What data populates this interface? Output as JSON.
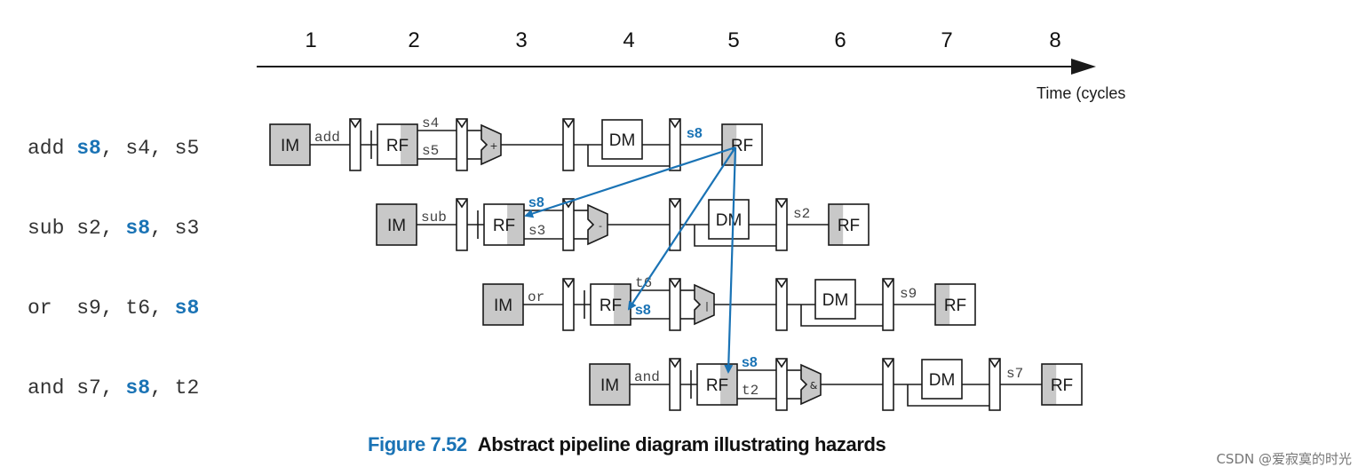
{
  "colors": {
    "accent": "#1a73b5",
    "line": "#1a1a1a",
    "shade": "#c8c8c8",
    "text": "#333333"
  },
  "timeline": {
    "cycles": [
      "1",
      "2",
      "3",
      "4",
      "5",
      "6",
      "7",
      "8"
    ],
    "label": "Time (cycles"
  },
  "instructions": [
    {
      "parts": [
        {
          "text": "add ",
          "hl": false
        },
        {
          "text": "s8",
          "hl": true
        },
        {
          "text": ", s4, s5",
          "hl": false
        }
      ],
      "op": "add",
      "op_symbol": "+",
      "rf_top": "s4",
      "rf_top_hl": false,
      "rf_bot": "s5",
      "rf_bot_hl": false,
      "wb": "s8",
      "wb_hl": true
    },
    {
      "parts": [
        {
          "text": "sub s2, ",
          "hl": false
        },
        {
          "text": "s8",
          "hl": true
        },
        {
          "text": ", s3",
          "hl": false
        }
      ],
      "op": "sub",
      "op_symbol": "-",
      "rf_top": "s8",
      "rf_top_hl": true,
      "rf_bot": "s3",
      "rf_bot_hl": false,
      "wb": "s2",
      "wb_hl": false
    },
    {
      "parts": [
        {
          "text": "or  s9, t6, ",
          "hl": false
        },
        {
          "text": "s8",
          "hl": true
        }
      ],
      "op": "or",
      "op_symbol": "|",
      "rf_top": "t6",
      "rf_top_hl": false,
      "rf_bot": "s8",
      "rf_bot_hl": true,
      "wb": "s9",
      "wb_hl": false
    },
    {
      "parts": [
        {
          "text": "and s7, ",
          "hl": false
        },
        {
          "text": "s8",
          "hl": true
        },
        {
          "text": ", t2",
          "hl": false
        }
      ],
      "op": "and",
      "op_symbol": "&",
      "rf_top": "s8",
      "rf_top_hl": true,
      "rf_bot": "t2",
      "rf_bot_hl": false,
      "wb": "s7",
      "wb_hl": false
    }
  ],
  "stages": {
    "im": "IM",
    "rf": "RF",
    "dm": "DM"
  },
  "caption": {
    "number": "Figure 7.52",
    "text": "Abstract pipeline diagram illustrating hazards"
  },
  "watermark": "CSDN @爱寂寞的时光",
  "hazards": [
    {
      "from": 0,
      "to": 1
    },
    {
      "from": 0,
      "to": 2
    },
    {
      "from": 0,
      "to": 3
    }
  ]
}
